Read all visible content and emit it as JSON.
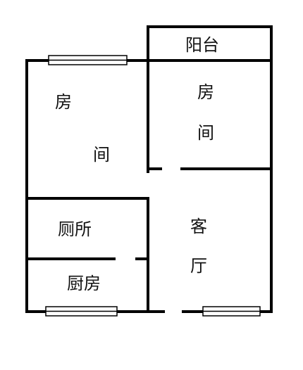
{
  "floor_plan": {
    "wall_color": "#000000",
    "window_color": "#000000",
    "background": "#ffffff",
    "rooms": {
      "bedroom_left": {
        "char1": "房",
        "char2": "间"
      },
      "bedroom_right": {
        "char1": "房",
        "char2": "间"
      },
      "balcony": {
        "label": "阳台"
      },
      "toilet": {
        "label": "厕所"
      },
      "kitchen": {
        "label": "厨房"
      },
      "living_room": {
        "char1": "客",
        "char2": "厅"
      }
    }
  }
}
